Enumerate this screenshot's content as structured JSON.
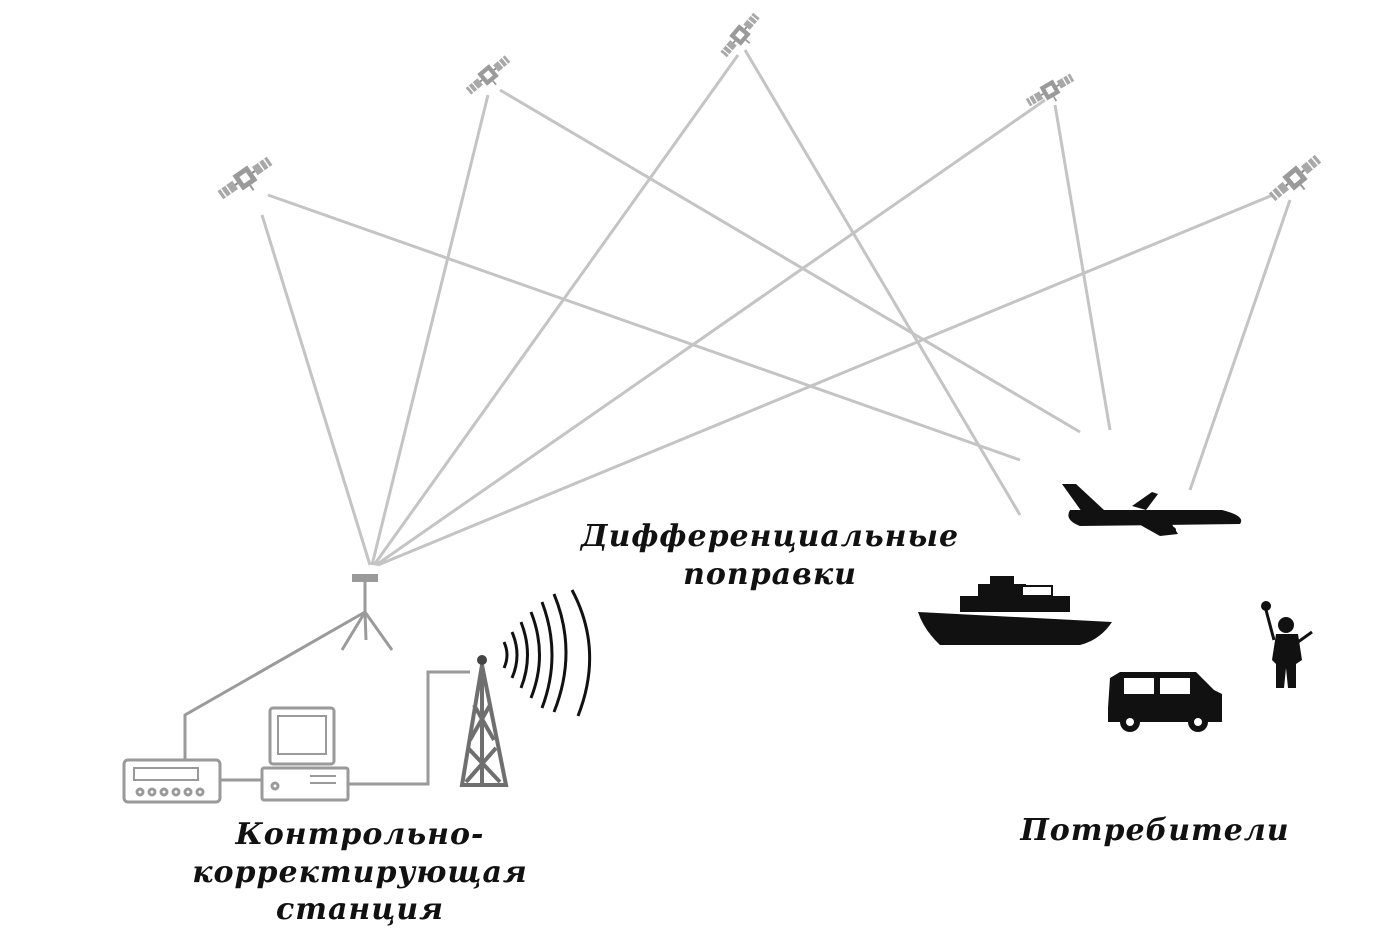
{
  "labels": {
    "station_line1": "Контрольно-корректирующая",
    "station_line2": "станция",
    "corrections_line1": "Дифференциальные",
    "corrections_line2": "поправки",
    "consumers": "Потребители"
  },
  "colors": {
    "signal_line": "#c4c4c4",
    "equipment": "#9a9a9a",
    "silhouette": "#111111",
    "text": "#111111"
  },
  "icons": [
    "satellite-icon",
    "gnss-antenna-icon",
    "receiver-icon",
    "computer-icon",
    "radio-tower-icon",
    "radio-waves-icon",
    "airplane-icon",
    "ship-icon",
    "car-icon",
    "surveyor-icon"
  ]
}
